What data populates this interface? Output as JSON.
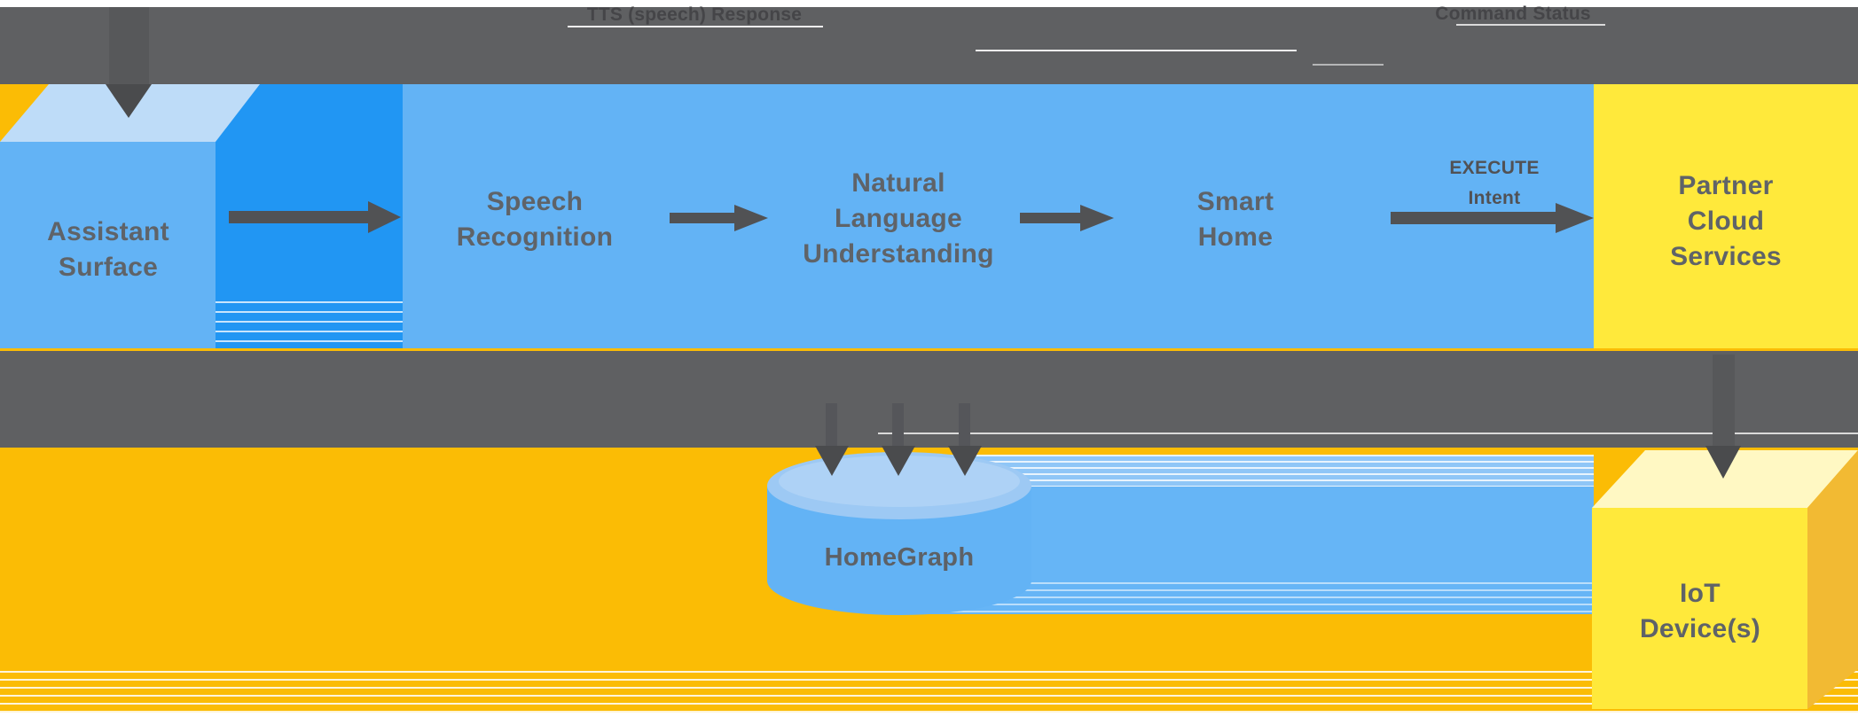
{
  "title": "Google Assistant smart home architecture diagram",
  "top_band": {
    "tts_response_label": "TTS (speech) Response",
    "command_status_label": "Command Status"
  },
  "assistant_surface": {
    "lines": [
      "Assistant",
      "Surface"
    ]
  },
  "pipeline": {
    "speech_recognition": {
      "lines": [
        "Speech",
        "Recognition"
      ]
    },
    "natural_language_understanding": {
      "lines": [
        "Natural",
        "Language",
        "Understanding"
      ]
    },
    "smart_home": {
      "lines": [
        "Smart",
        "Home"
      ]
    },
    "execute_intent": {
      "lines": [
        "EXECUTE",
        "Intent"
      ]
    }
  },
  "partner_cloud_services": {
    "lines": [
      "Partner",
      "Cloud",
      "Services"
    ]
  },
  "homegraph": {
    "label": "HomeGraph"
  },
  "iot_devices": {
    "lines": [
      "IoT",
      "Device(s)"
    ]
  },
  "colors": {
    "background_yellow": "#FBBC05",
    "band_gray": "#5F6062",
    "pipeline_blue": "#63B3F5",
    "bright_blue": "#2196F3",
    "cube_top_blue": "#BEDCF8",
    "cylinder_top_blue": "#9DC9F4",
    "partner_yellow": "#FFE93B",
    "iot_top_yellow": "#FFF8C3",
    "iot_side_yellow": "#F2BA33",
    "arrow_gray": "#4E4F51",
    "label_gray": "#5F6368"
  }
}
